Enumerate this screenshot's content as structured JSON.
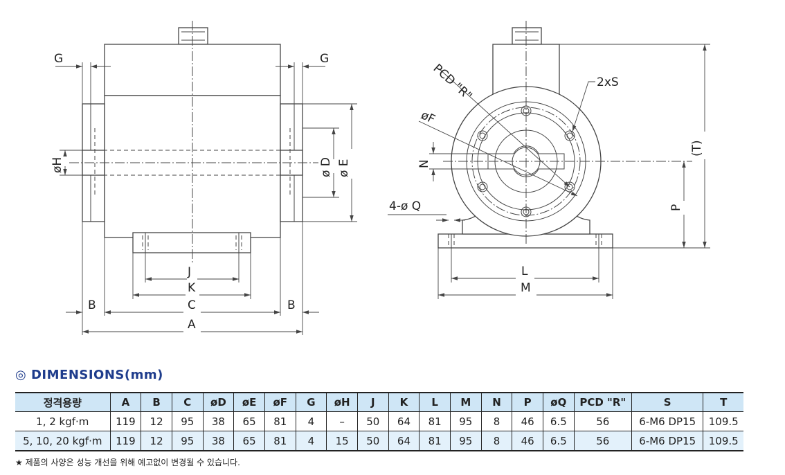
{
  "drawing": {
    "side_view_labels": {
      "G_left": "G",
      "G_right": "G",
      "H": "øH",
      "D": "ø D",
      "E": "ø E",
      "J": "J",
      "K": "K",
      "B_left": "B",
      "C": "C",
      "B_right": "B",
      "A": "A"
    },
    "front_view_labels": {
      "PCD": "PCD \"R\"",
      "F": "øF",
      "S": "2xS",
      "N": "N",
      "Q": "4-ø Q",
      "P": "P",
      "T": "(T)",
      "L": "L",
      "M": "M"
    }
  },
  "section_title": "◎ DIMENSIONS(mm)",
  "table": {
    "headers": [
      "정격용량",
      "A",
      "B",
      "C",
      "øD",
      "øE",
      "øF",
      "G",
      "øH",
      "J",
      "K",
      "L",
      "M",
      "N",
      "P",
      "øQ",
      "PCD \"R\"",
      "S",
      "T"
    ],
    "rows": [
      [
        "1, 2 kgf·m",
        "119",
        "12",
        "95",
        "38",
        "65",
        "81",
        "4",
        "–",
        "50",
        "64",
        "81",
        "95",
        "8",
        "46",
        "6.5",
        "56",
        "6-M6 DP15",
        "109.5"
      ],
      [
        "5, 10, 20 kgf·m",
        "119",
        "12",
        "95",
        "38",
        "65",
        "81",
        "4",
        "15",
        "50",
        "64",
        "81",
        "95",
        "8",
        "46",
        "6.5",
        "56",
        "6-M6 DP15",
        "109.5"
      ]
    ]
  },
  "footnote": "★ 제품의 사양은 성능 개선을 위해 예고없이 변경될 수 있습니다."
}
